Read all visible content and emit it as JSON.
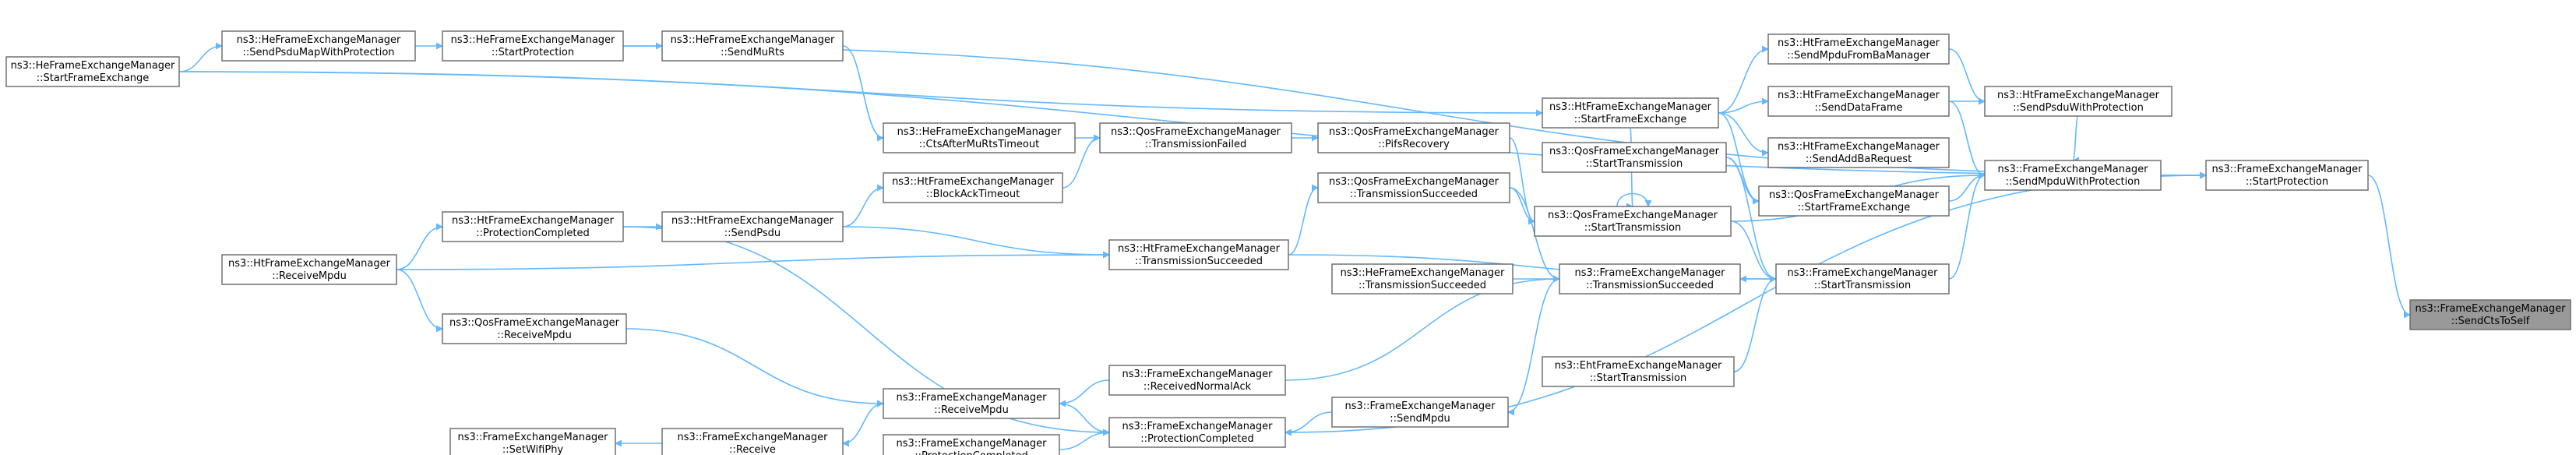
{
  "graph": {
    "nodes": [
      {
        "id": "n0",
        "line1": "ns3::FrameExchangeManager",
        "line2": "::SendCtsToSelf",
        "focus": true
      },
      {
        "id": "n1",
        "line1": "ns3::FrameExchangeManager",
        "line2": "::StartProtection"
      },
      {
        "id": "n2",
        "line1": "ns3::HeFrameExchangeManager",
        "line2": "::StartFrameExchange"
      },
      {
        "id": "n3",
        "line1": "ns3::HeFrameExchangeManager",
        "line2": "::SendPsduMapWithProtection"
      },
      {
        "id": "n4",
        "line1": "ns3::HeFrameExchangeManager",
        "line2": "::StartProtection"
      },
      {
        "id": "n5",
        "line1": "ns3::HeFrameExchangeManager",
        "line2": "::SendMuRts"
      },
      {
        "id": "n6",
        "line1": "ns3::HeFrameExchangeManager",
        "line2": "::CtsAfterMuRtsTimeout"
      },
      {
        "id": "n7",
        "line1": "ns3::QosFrameExchangeManager",
        "line2": "::TransmissionFailed"
      },
      {
        "id": "n8",
        "line1": "ns3::QosFrameExchangeManager",
        "line2": "::PifsRecovery"
      },
      {
        "id": "n9",
        "line1": "ns3::HtFrameExchangeManager",
        "line2": "::BlockAckTimeout"
      },
      {
        "id": "n10",
        "line1": "ns3::HtFrameExchangeManager",
        "line2": "::ProtectionCompleted"
      },
      {
        "id": "n11",
        "line1": "ns3::HtFrameExchangeManager",
        "line2": "::SendPsdu"
      },
      {
        "id": "n12",
        "line1": "ns3::HtFrameExchangeManager",
        "line2": "::ReceiveMpdu"
      },
      {
        "id": "n13",
        "line1": "ns3::HtFrameExchangeManager",
        "line2": "::TransmissionSucceeded"
      },
      {
        "id": "n14",
        "line1": "ns3::QosFrameExchangeManager",
        "line2": "::TransmissionSucceeded"
      },
      {
        "id": "n15",
        "line1": "ns3::QosFrameExchangeManager",
        "line2": "::ReceiveMpdu"
      },
      {
        "id": "n16",
        "line1": "ns3::FrameExchangeManager",
        "line2": "::ReceivedNormalAck"
      },
      {
        "id": "n17",
        "line1": "ns3::FrameExchangeManager",
        "line2": "::ReceiveMpdu"
      },
      {
        "id": "n18",
        "line1": "ns3::FrameExchangeManager",
        "line2": "::SetWifiPhy"
      },
      {
        "id": "n19",
        "line1": "ns3::FrameExchangeManager",
        "line2": "::Receive"
      },
      {
        "id": "n20",
        "line1": "ns3::FrameExchangeManager",
        "line2": "::ProtectionCompleted"
      },
      {
        "id": "n21",
        "line1": "ns3::FrameExchangeManager",
        "line2": "::ProtectionCompleted"
      },
      {
        "id": "n22",
        "line1": "ns3::HeFrameExchangeManager",
        "line2": "::TransmissionSucceeded"
      },
      {
        "id": "n23",
        "line1": "ns3::FrameExchangeManager",
        "line2": "::SendMpdu"
      },
      {
        "id": "n24",
        "line1": "ns3::HtFrameExchangeManager",
        "line2": "::StartFrameExchange"
      },
      {
        "id": "n25",
        "line1": "ns3::HtFrameExchangeManager",
        "line2": "::SendMpduFromBaManager"
      },
      {
        "id": "n26",
        "line1": "ns3::HtFrameExchangeManager",
        "line2": "::SendDataFrame"
      },
      {
        "id": "n27",
        "line1": "ns3::HtFrameExchangeManager",
        "line2": "::SendAddBaRequest"
      },
      {
        "id": "n28",
        "line1": "ns3::QosFrameExchangeManager",
        "line2": "::StartTransmission"
      },
      {
        "id": "n29",
        "line1": "ns3::QosFrameExchangeManager",
        "line2": "::StartTransmission"
      },
      {
        "id": "n30",
        "line1": "ns3::QosFrameExchangeManager",
        "line2": "::StartFrameExchange"
      },
      {
        "id": "n31",
        "line1": "ns3::FrameExchangeManager",
        "line2": "::TransmissionSucceeded"
      },
      {
        "id": "n32",
        "line1": "ns3::FrameExchangeManager",
        "line2": "::StartTransmission"
      },
      {
        "id": "n33",
        "line1": "ns3::EhtFrameExchangeManager",
        "line2": "::StartTransmission"
      },
      {
        "id": "n34",
        "line1": "ns3::HtFrameExchangeManager",
        "line2": "::SendPsduWithProtection"
      },
      {
        "id": "n35",
        "line1": "ns3::FrameExchangeManager",
        "line2": "::SendMpduWithProtection"
      }
    ]
  },
  "colors": {
    "edge": "#63b8ff",
    "node_border": "#666666",
    "node_fill": "#ffffff",
    "focus_fill": "#999999"
  }
}
